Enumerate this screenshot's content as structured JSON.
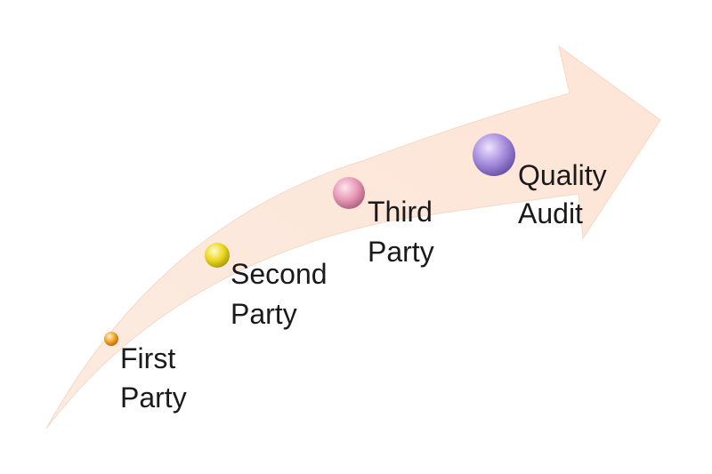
{
  "diagram": {
    "arrow_color": "#fde8dc",
    "steps": [
      {
        "line1": "First",
        "line2": "Party",
        "dot_color": "#f0a020"
      },
      {
        "line1": "Second",
        "line2": "Party",
        "dot_color": "#e8d418"
      },
      {
        "line1": "Third",
        "line2": "Party",
        "dot_color": "#e898b4"
      },
      {
        "line1": "Quality",
        "line2": "Audit",
        "dot_color": "#a890dc"
      }
    ]
  }
}
